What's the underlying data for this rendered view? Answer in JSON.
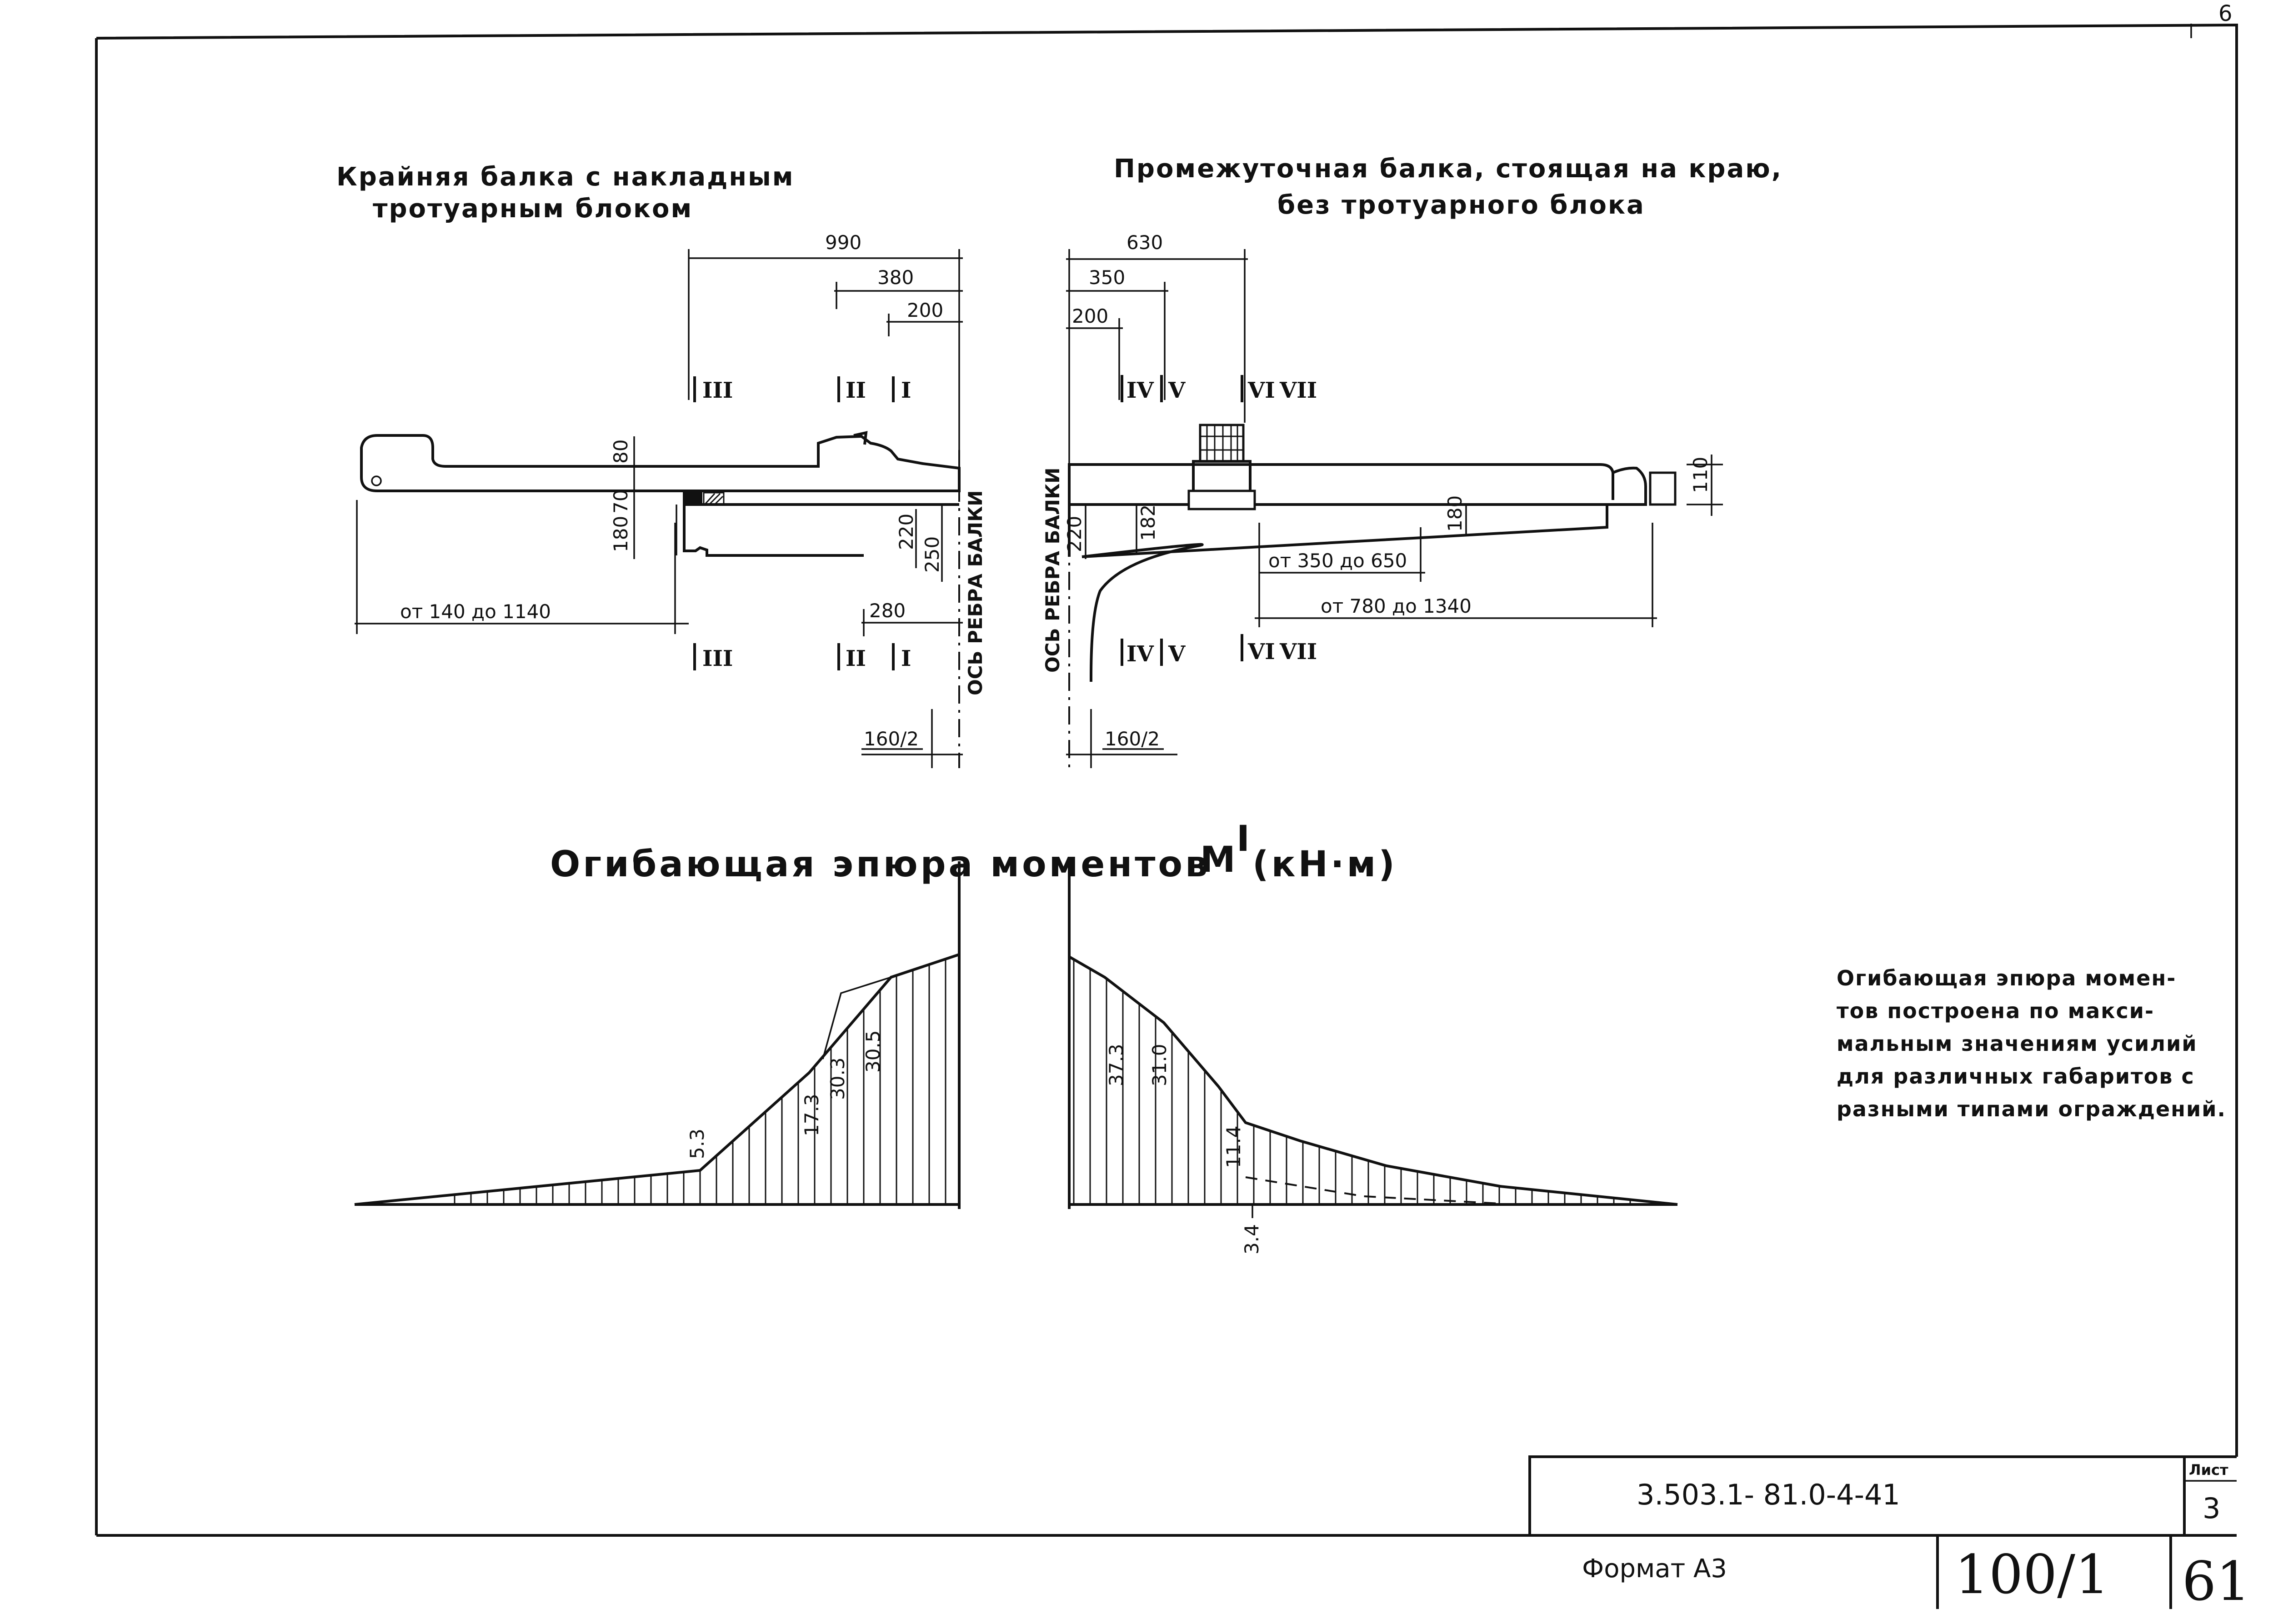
{
  "corner_mark": "6",
  "left_section": {
    "title_line1": "Крайняя балка с накладным",
    "title_line2": "тротуарным блоком",
    "dims": {
      "d990": "990",
      "d380": "380",
      "d200": "200",
      "d80": "80",
      "d70": "70",
      "d180": "180",
      "d220": "220",
      "d250": "250",
      "d280": "280",
      "d160": "160/2",
      "range": "от 140 до 1140"
    },
    "sections_top": [
      "III",
      "II",
      "I"
    ],
    "sections_bottom": [
      "III",
      "II",
      "I"
    ],
    "axis_label": "ОСЬ РЕБРА БАЛКИ"
  },
  "right_section": {
    "title_line1": "Промежуточная балка, стоящая на краю,",
    "title_line2": "без тротуарного блока",
    "dims": {
      "d630": "630",
      "d350": "350",
      "d200": "200",
      "d110": "110",
      "d220": "220",
      "d182": "182",
      "d180": "180",
      "d160": "160/2",
      "range1": "от 350 до 650",
      "range2": "от 780 до 1340"
    },
    "sections_top": [
      "IV",
      "V",
      "VI",
      "VII"
    ],
    "sections_bottom": [
      "IV",
      "V",
      "VI",
      "VII"
    ],
    "axis_label": "ОСЬ РЕБРА БАЛКИ"
  },
  "moment_title": "Огибающая эпюра моментов",
  "moment_symbol": "M",
  "moment_superscript": "I",
  "moment_units": "(кН·м)",
  "left_plot": {
    "values": [
      {
        "label": "5.3"
      },
      {
        "label": "17.3"
      },
      {
        "label": "30.3"
      },
      {
        "label": "30.5"
      }
    ]
  },
  "right_plot": {
    "values": [
      {
        "label": "37.3"
      },
      {
        "label": "31.0"
      },
      {
        "label": "11.4"
      },
      {
        "label": "3.4"
      }
    ]
  },
  "note_lines": [
    "Огибающая эпюра момен-",
    "тов построена по макси-",
    "мальным значениям усилий",
    "для различных габаритов с",
    "разными типами ограждений."
  ],
  "title_block": {
    "document_code": "3.503.1- 81.0-4-41",
    "sheet_label": "Лист",
    "sheet_number": "3",
    "format": "Формат А3",
    "album_ref": "100/1",
    "page": "61"
  }
}
